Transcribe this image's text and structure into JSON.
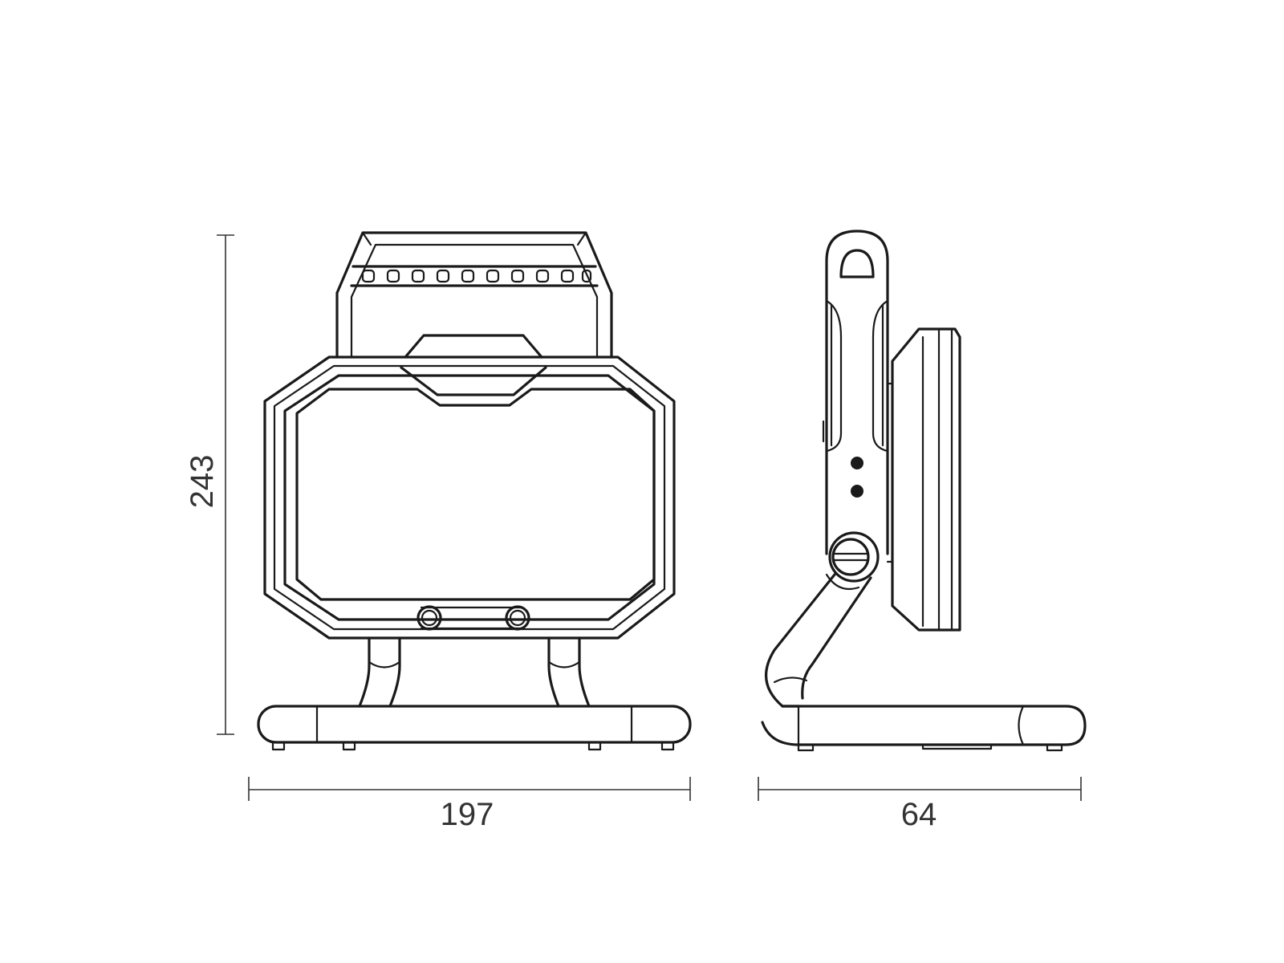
{
  "dimensions": {
    "height_label": "243",
    "width_label": "197",
    "depth_label": "64"
  },
  "colors": {
    "line": "#1a1a1a",
    "dimension": "#333333",
    "background": "#ffffff"
  }
}
